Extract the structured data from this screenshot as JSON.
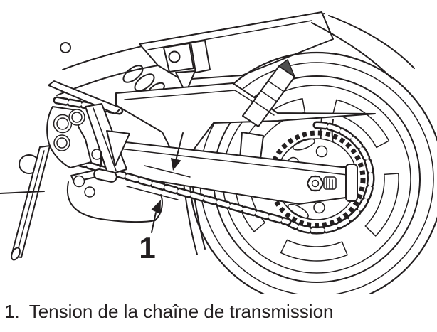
{
  "colors": {
    "ink": "#231f20",
    "paper": "#ffffff",
    "shock_tip": "#4f4f4f"
  },
  "figure": {
    "alt": "Motorcycle rear wheel, swingarm and drive chain line illustration",
    "callout_label": "1"
  },
  "caption": {
    "number": "1.",
    "text": "Tension de la chaîne de transmission"
  }
}
